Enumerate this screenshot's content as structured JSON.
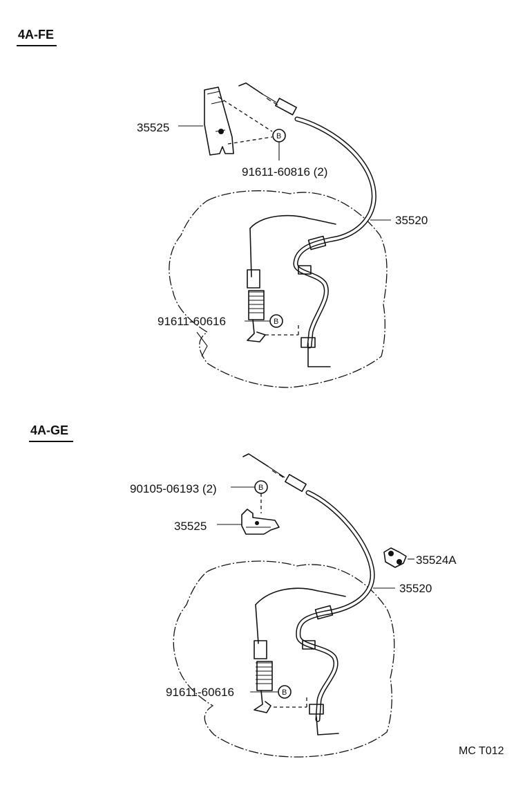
{
  "sections": [
    {
      "title": "4A-FE",
      "labels": {
        "bracket": "35525",
        "bolt_bracket": "91611-60816 (2)",
        "cable": "35520",
        "bolt_lower": "91611-60616"
      }
    },
    {
      "title": "4A-GE",
      "labels": {
        "bolt_bracket": "90105-06193 (2)",
        "bracket": "35525",
        "clip": "35524A",
        "cable": "35520",
        "bolt_lower": "91611-60616"
      }
    }
  ],
  "bolt_marker": "B",
  "reference_code": "MC T012"
}
